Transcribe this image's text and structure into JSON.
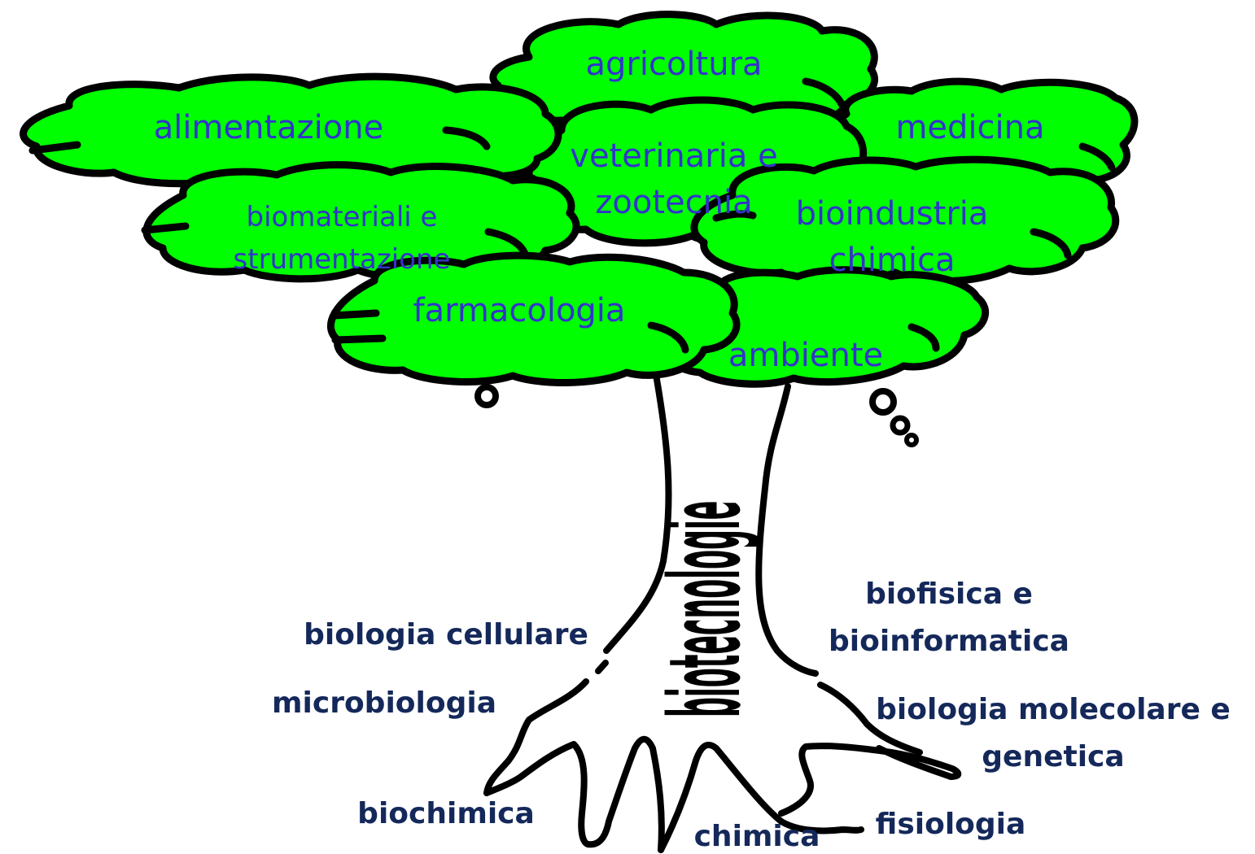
{
  "colors": {
    "foliage": "#00ff00",
    "outline": "#000000",
    "application_text": "#3333cc",
    "discipline_text": "#14285a",
    "background": "#ffffff"
  },
  "trunk": {
    "title": "biotecnologie"
  },
  "applications": {
    "agricoltura": "agricoltura",
    "alimentazione": "alimentazione",
    "medicina": "medicina",
    "veterinaria_line1": "veterinaria e",
    "veterinaria_line2": "zootecnia",
    "biomateriali_line1": "biomateriali e",
    "biomateriali_line2": "strumentazione",
    "bioindustria_line1": "bioindustria",
    "bioindustria_line2": "chimica",
    "farmacologia": "farmacologia",
    "ambiente": "ambiente"
  },
  "disciplines": {
    "biologia_cellulare": "biologia cellulare",
    "microbiologia": "microbiologia",
    "biochimica": "biochimica",
    "chimica": "chimica",
    "fisiologia": "fisiologia",
    "biofisica_line1": "biofisica e",
    "biofisica_line2": "bioinformatica",
    "biologia_molecolare_line1": "biologia molecolare e",
    "biologia_molecolare_line2": "genetica"
  }
}
